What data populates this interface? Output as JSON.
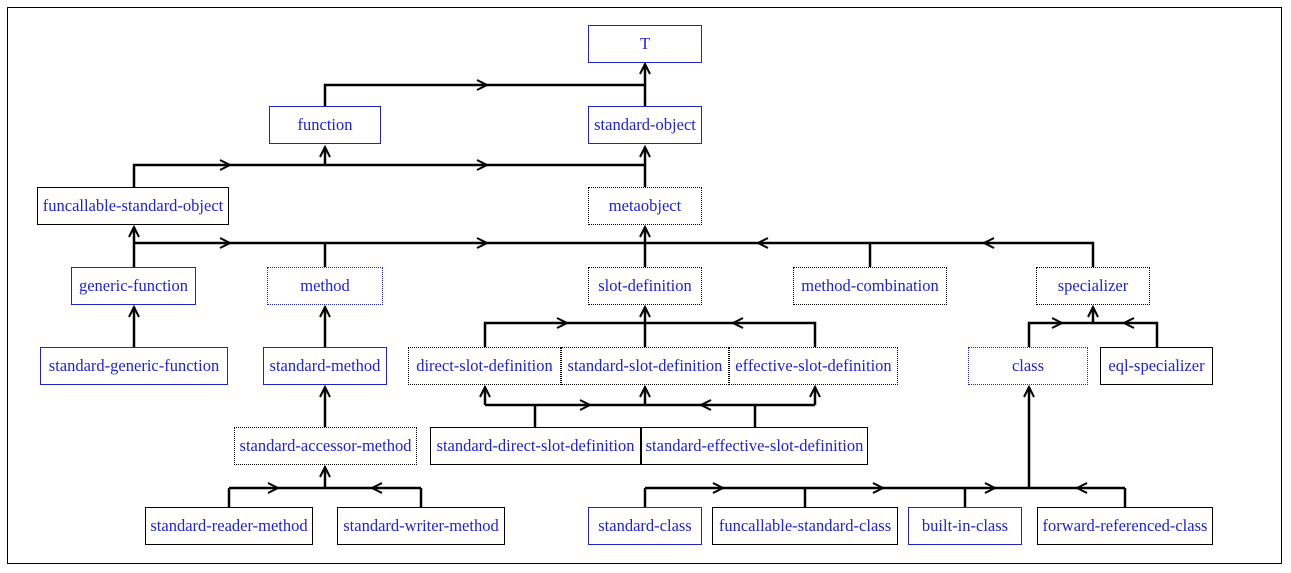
{
  "diagram_type": "class-hierarchy",
  "colors": {
    "node_text": "#2222cc",
    "border_blue": "#2222cc",
    "border_black": "#000000",
    "edge": "#000000",
    "background": "#ffffff"
  },
  "nodes": [
    {
      "label": "T",
      "style": "blue-solid"
    },
    {
      "label": "function",
      "style": "blue-solid"
    },
    {
      "label": "standard-object",
      "style": "blue-solid"
    },
    {
      "label": "funcallable-standard-object",
      "style": "black-solid"
    },
    {
      "label": "metaobject",
      "style": "black-dotted"
    },
    {
      "label": "generic-function",
      "style": "blue-solid"
    },
    {
      "label": "method",
      "style": "blue-dotted"
    },
    {
      "label": "slot-definition",
      "style": "black-dotted"
    },
    {
      "label": "method-combination",
      "style": "black-dotted"
    },
    {
      "label": "specializer",
      "style": "black-dotted"
    },
    {
      "label": "standard-generic-function",
      "style": "blue-solid"
    },
    {
      "label": "standard-method",
      "style": "blue-solid"
    },
    {
      "label": "direct-slot-definition",
      "style": "black-dotted"
    },
    {
      "label": "standard-slot-definition",
      "style": "black-dotted"
    },
    {
      "label": "effective-slot-definition",
      "style": "black-dotted"
    },
    {
      "label": "class",
      "style": "blue-dotted"
    },
    {
      "label": "eql-specializer",
      "style": "black-solid"
    },
    {
      "label": "standard-accessor-method",
      "style": "black-dotted"
    },
    {
      "label": "standard-direct-slot-definition",
      "style": "black-solid"
    },
    {
      "label": "standard-effective-slot-definition",
      "style": "black-solid"
    },
    {
      "label": "standard-reader-method",
      "style": "black-solid"
    },
    {
      "label": "standard-writer-method",
      "style": "black-solid"
    },
    {
      "label": "standard-class",
      "style": "blue-solid"
    },
    {
      "label": "funcallable-standard-class",
      "style": "black-solid"
    },
    {
      "label": "built-in-class",
      "style": "blue-solid"
    },
    {
      "label": "forward-referenced-class",
      "style": "black-solid"
    }
  ],
  "edges": [
    {
      "from": "standard-object",
      "to": "T"
    },
    {
      "from": "function",
      "to": "T"
    },
    {
      "from": "funcallable-standard-object",
      "to": "function"
    },
    {
      "from": "funcallable-standard-object",
      "to": "standard-object"
    },
    {
      "from": "metaobject",
      "to": "standard-object"
    },
    {
      "from": "generic-function",
      "to": "funcallable-standard-object"
    },
    {
      "from": "generic-function",
      "to": "metaobject"
    },
    {
      "from": "method",
      "to": "metaobject"
    },
    {
      "from": "slot-definition",
      "to": "metaobject"
    },
    {
      "from": "method-combination",
      "to": "metaobject"
    },
    {
      "from": "specializer",
      "to": "metaobject"
    },
    {
      "from": "standard-generic-function",
      "to": "generic-function"
    },
    {
      "from": "standard-method",
      "to": "method"
    },
    {
      "from": "direct-slot-definition",
      "to": "slot-definition"
    },
    {
      "from": "standard-slot-definition",
      "to": "slot-definition"
    },
    {
      "from": "effective-slot-definition",
      "to": "slot-definition"
    },
    {
      "from": "class",
      "to": "specializer"
    },
    {
      "from": "eql-specializer",
      "to": "specializer"
    },
    {
      "from": "standard-accessor-method",
      "to": "standard-method"
    },
    {
      "from": "standard-direct-slot-definition",
      "to": "direct-slot-definition"
    },
    {
      "from": "standard-direct-slot-definition",
      "to": "standard-slot-definition"
    },
    {
      "from": "standard-effective-slot-definition",
      "to": "standard-slot-definition"
    },
    {
      "from": "standard-effective-slot-definition",
      "to": "effective-slot-definition"
    },
    {
      "from": "standard-reader-method",
      "to": "standard-accessor-method"
    },
    {
      "from": "standard-writer-method",
      "to": "standard-accessor-method"
    },
    {
      "from": "standard-class",
      "to": "class"
    },
    {
      "from": "funcallable-standard-class",
      "to": "class"
    },
    {
      "from": "built-in-class",
      "to": "class"
    },
    {
      "from": "forward-referenced-class",
      "to": "class"
    }
  ]
}
